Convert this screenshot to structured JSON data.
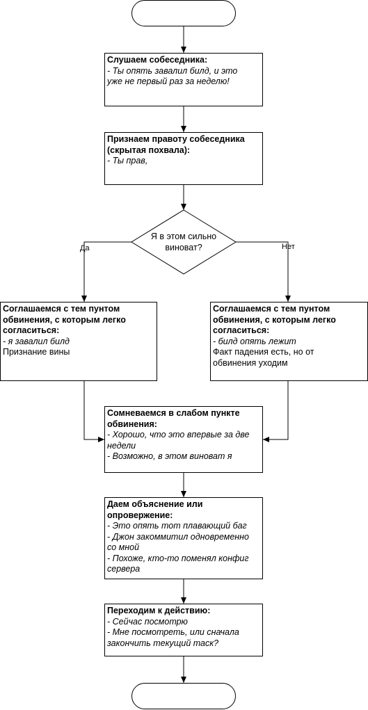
{
  "flowchart": {
    "listen": {
      "title": "Слушаем собеседника:",
      "lines": [
        "- Ты опять завалил билд, и это",
        "уже не первый раз за неделю!"
      ]
    },
    "acknowledge": {
      "title_lines": [
        "Признаем правоту собеседника",
        "(скрытая похвала):"
      ],
      "lines": [
        "- Ты прав,"
      ]
    },
    "decision": {
      "lines": [
        "Я в этом сильно",
        "виноват?"
      ],
      "yes_label": "Да",
      "no_label": "Нет"
    },
    "agree_left": {
      "title_lines": [
        "Соглашаемся с тем пунтом",
        "обвинения, с которым легко",
        "согласиться:"
      ],
      "italic": "- я завалил билд",
      "plain": [
        "Признание вины"
      ]
    },
    "agree_right": {
      "title_lines": [
        "Соглашаемся с тем пунтом",
        "обвинения, с которым легко",
        "согласиться:"
      ],
      "italic": "- билд опять лежит",
      "plain": [
        "Факт падения есть, но от",
        "обвинения уходим"
      ]
    },
    "doubt": {
      "title_lines": [
        "Сомневаемся в слабом пункте",
        "обвинения:"
      ],
      "lines": [
        "- Хорошо, что это впервые за две",
        "недели",
        "- Возможно, в этом виноват я"
      ]
    },
    "explain": {
      "title_lines": [
        "Даем объяснение или",
        "опровержение:"
      ],
      "lines": [
        "- Это опять тот плавающий баг",
        "- Джон закоммитил одновременно",
        "со мной",
        "- Похоже, кто-то поменял конфиг",
        "сервера"
      ]
    },
    "act": {
      "title": "Переходим к действию:",
      "lines": [
        "- Сейчас посмотрю",
        "- Мне посмотреть, или сначала",
        "закончить текущий таск?"
      ]
    }
  }
}
